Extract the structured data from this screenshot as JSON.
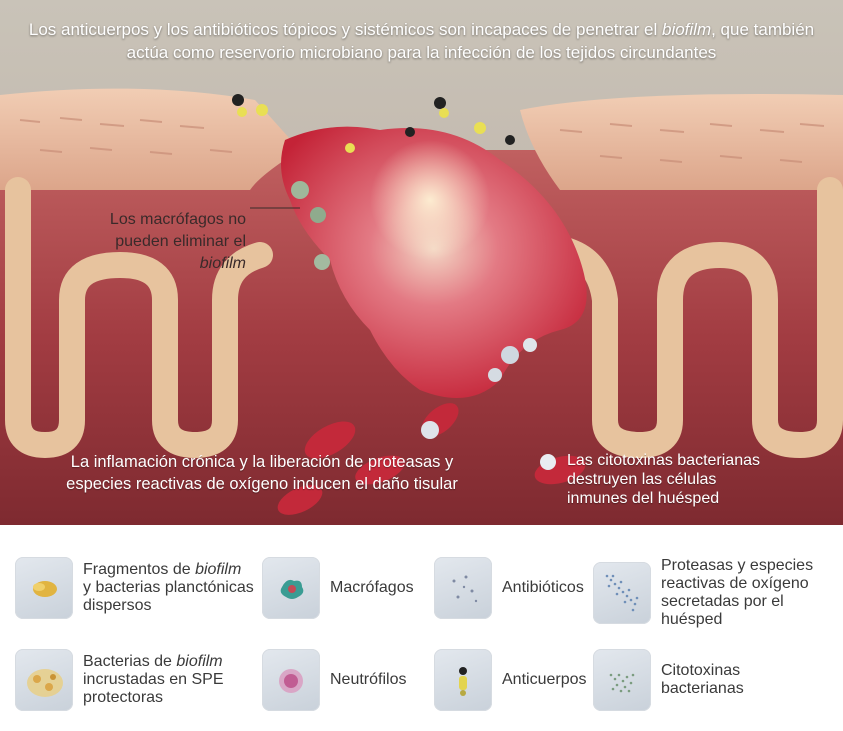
{
  "captions": {
    "top_line1_a": "Los anticuerpos y los antibióticos tópicos y sistémicos son incapaces de penetrar el ",
    "top_line1_em": "biofilm",
    "top_line1_b": ", que también",
    "top_line2": "actúa como reservorio microbiano para la infección de los tejidos circundantes",
    "macro_line1": "Los macrófagos no",
    "macro_line2": "pueden eliminar el",
    "macro_em": "biofilm",
    "infl_line1": "La inflamación crónica y la liberación de proteasas y",
    "infl_line2": "especies reactivas de oxígeno inducen el daño tisular",
    "cyto_line1": "Las citotoxinas bacterianas",
    "cyto_line2": "destruyen las células",
    "cyto_line3": "inmunes del huésped"
  },
  "legend": {
    "fragments_a": "Fragmentos de ",
    "fragments_em": "biofilm",
    "fragments_line2": "y bacterias planctónicas",
    "fragments_line3": "dispersos",
    "macrophages": "Macrófagos",
    "antibiotics": "Antibióticos",
    "proteases_line1": "Proteasas y especies",
    "proteases_line2": "reactivas de oxígeno",
    "proteases_line3": "secretadas por el huésped",
    "bacteria_a": "Bacterias de ",
    "bacteria_em": "biofilm",
    "bacteria_line2": "incrustadas en SPE",
    "bacteria_line3": "protectoras",
    "neutrophils": "Neutrófilos",
    "antibodies": "Anticuerpos",
    "cytotoxins_line1": "Citotoxinas",
    "cytotoxins_line2": "bacterianas"
  },
  "colors": {
    "tissue_dark": "#8e2f33",
    "tissue_mid": "#b6484b",
    "skin": "#e9bfa3",
    "biofilm": "#d23a4b",
    "legend_tile": "#d3d9e0"
  }
}
